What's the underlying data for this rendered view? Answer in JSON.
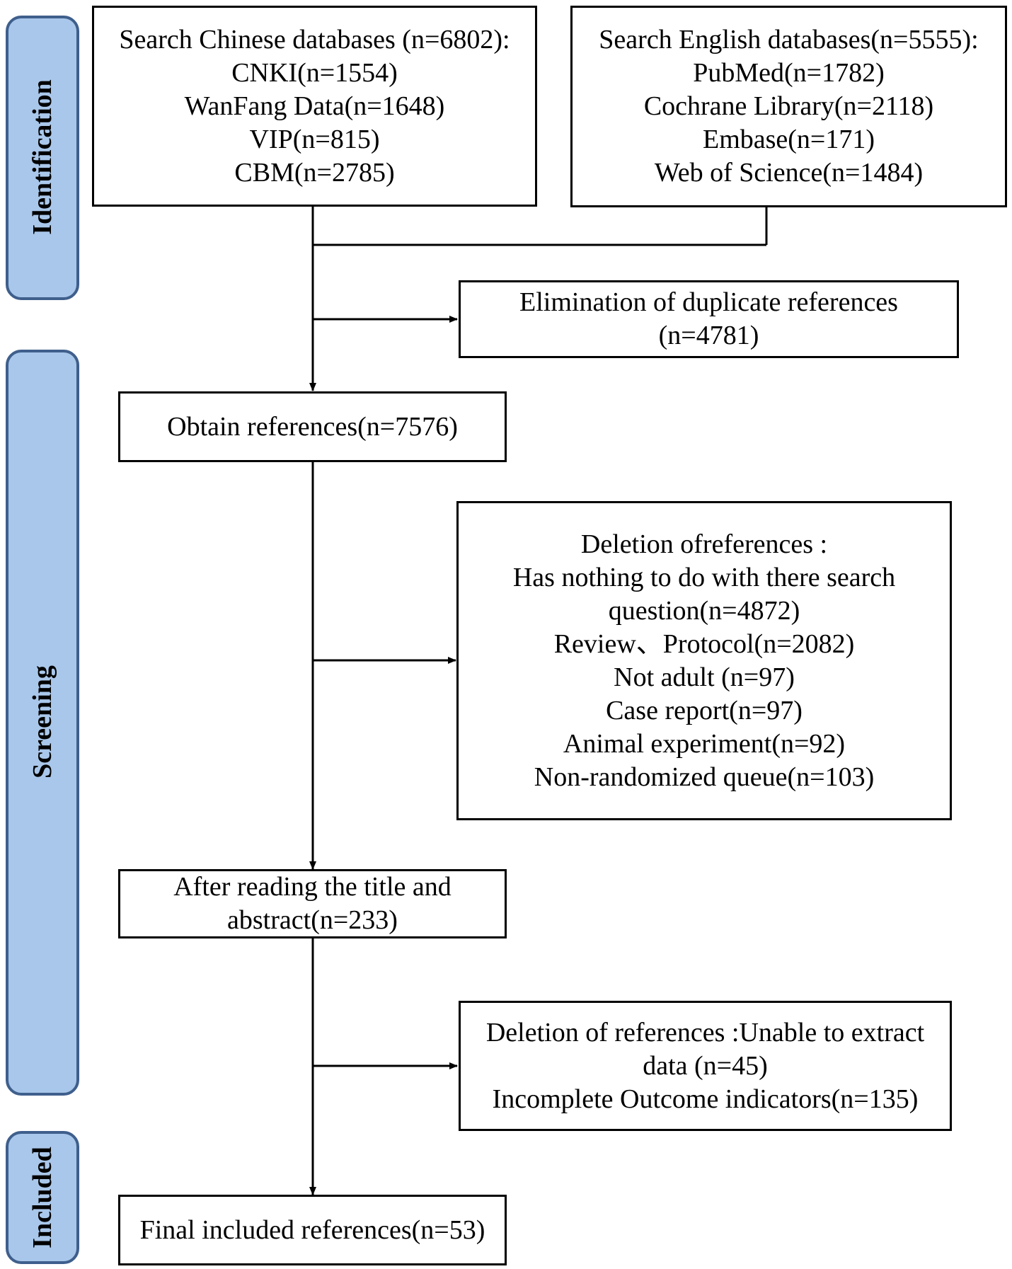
{
  "stages": {
    "identification": "Identification",
    "screening": "Screening",
    "included": "Included"
  },
  "boxes": {
    "chinese_databases": {
      "lines": [
        "Search Chinese databases (n=6802):",
        "CNKI(n=1554)",
        "WanFang Data(n=1648)",
        "VIP(n=815)",
        "CBM(n=2785)"
      ]
    },
    "english_databases": {
      "lines": [
        "Search English databases(n=5555):",
        "PubMed(n=1782)",
        "Cochrane Library(n=2118)",
        "Embase(n=171)",
        "Web of Science(n=1484)"
      ]
    },
    "duplicates": {
      "lines": [
        "Elimination of duplicate references",
        "(n=4781)"
      ]
    },
    "obtain": {
      "lines": [
        "Obtain references(n=7576)"
      ]
    },
    "deletion_screening": {
      "lines": [
        "Deletion ofreferences :",
        "Has nothing to do with there search",
        "question(n=4872)",
        "Review、Protocol(n=2082)",
        "Not adult (n=97)",
        "Case report(n=97)",
        "Animal experiment(n=92)",
        "Non-randomized queue(n=103)"
      ]
    },
    "after_reading": {
      "lines": [
        "After reading the title and",
        "abstract(n=233)"
      ]
    },
    "deletion_extraction": {
      "lines": [
        "Deletion of references :Unable to extract",
        "data (n=45)",
        "Incomplete Outcome indicators(n=135)"
      ]
    },
    "final": {
      "lines": [
        "Final included references(n=53)"
      ]
    }
  },
  "colors": {
    "stage_fill": "#a9c7ea",
    "stage_border": "#3f5f8c",
    "box_border": "#000000",
    "line": "#000000"
  }
}
